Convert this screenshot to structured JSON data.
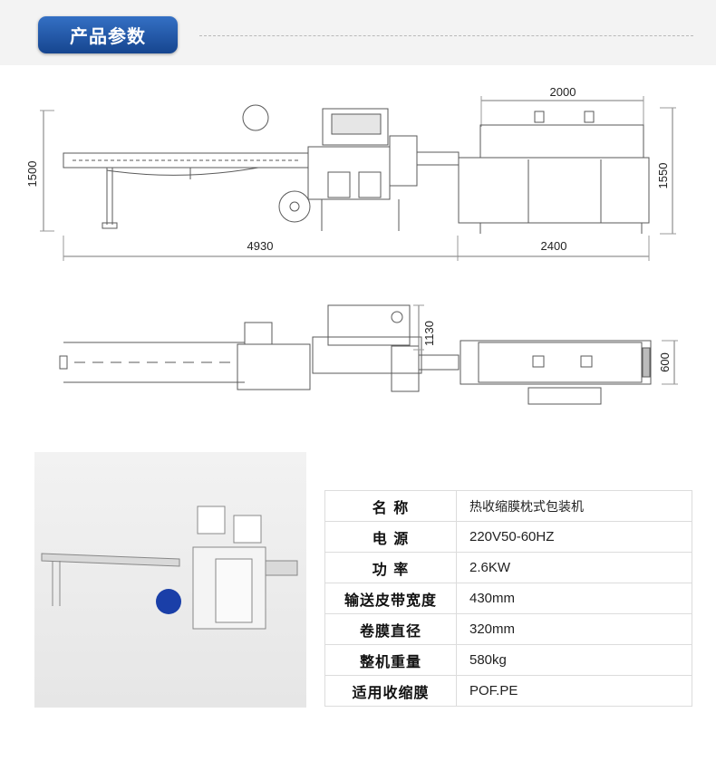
{
  "header": {
    "title": "产品参数"
  },
  "drawing_side": {
    "dim_total_length": "4930",
    "dim_shrink_length": "2400",
    "dim_tunnel_length": "2000",
    "dim_height_left": "1500",
    "dim_height_right": "1550"
  },
  "drawing_top": {
    "dim_width_left": "1130",
    "dim_width_right": "600"
  },
  "specs": [
    {
      "label": "名 称",
      "value": "热收缩膜枕式包装机"
    },
    {
      "label": "电 源",
      "value": "220V50-60HZ"
    },
    {
      "label": "功 率",
      "value": "2.6KW"
    },
    {
      "label": "输送皮带宽度",
      "value": "430mm"
    },
    {
      "label": "卷膜直径",
      "value": "320mm"
    },
    {
      "label": "整机重量",
      "value": "580kg"
    },
    {
      "label": "适用收缩膜",
      "value": "POF.PE"
    }
  ],
  "colors": {
    "tag_blue": "#1f56a8",
    "line_gray": "#555555"
  }
}
